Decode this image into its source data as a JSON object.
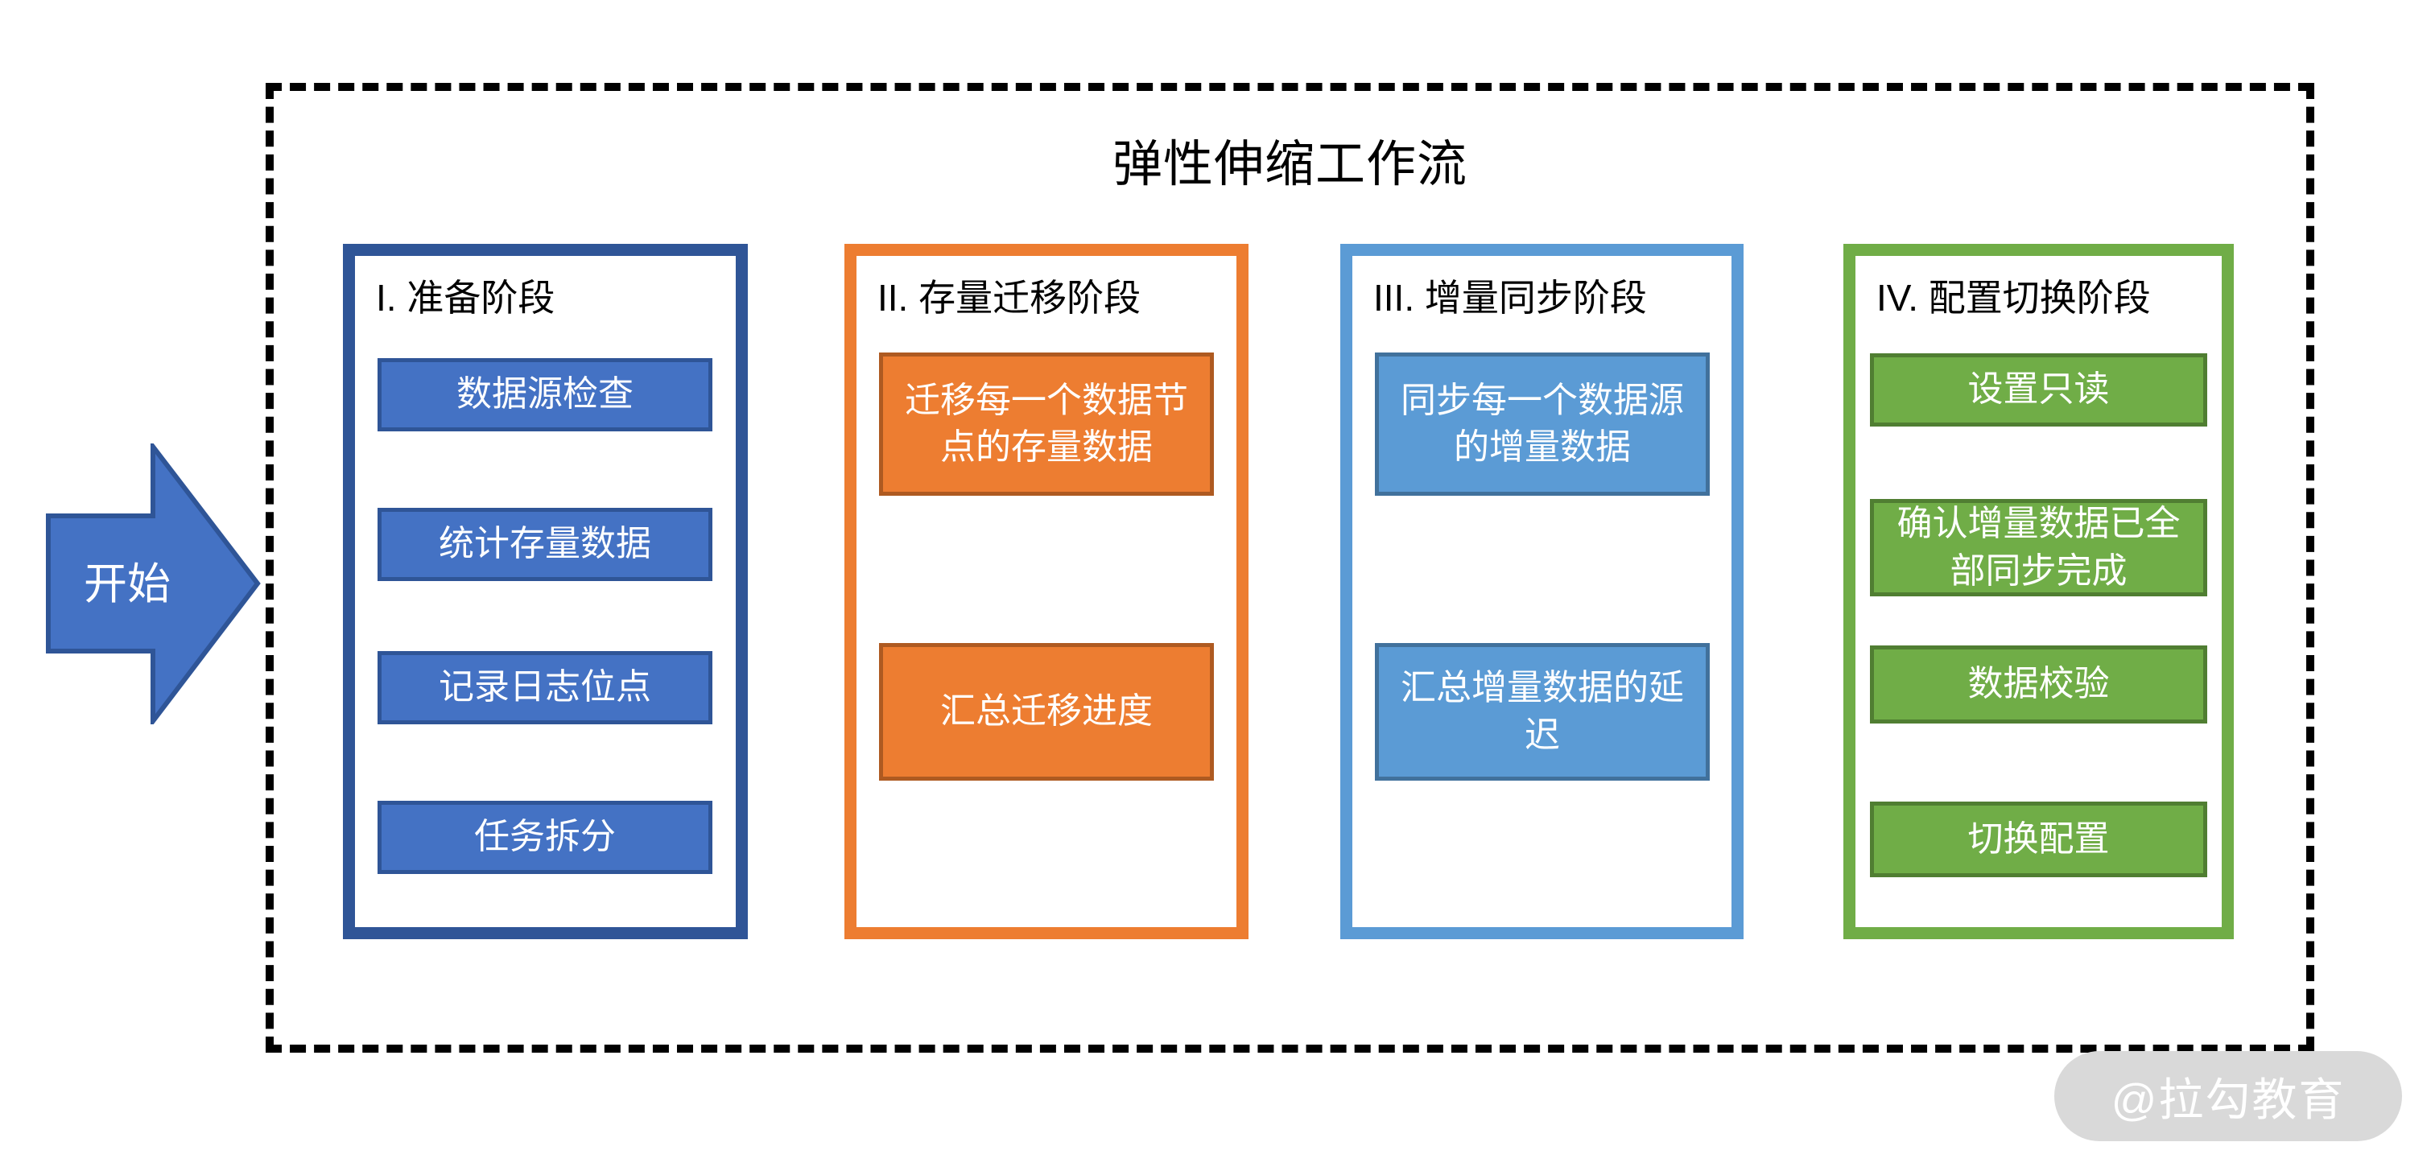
{
  "title": "弹性伸缩工作流",
  "frame": {
    "border_style": "dashed",
    "border_color": "#000000"
  },
  "start_arrow": {
    "label": "开始",
    "fill": "#4472C4",
    "border": "#2F5597"
  },
  "phases": [
    {
      "label": "I. 准备阶段",
      "accent": "#2F5597",
      "step_fill": "#4472C4",
      "step_border": "#2F5597",
      "steps": [
        "数据源检查",
        "统计存量数据",
        "记录日志位点",
        "任务拆分"
      ]
    },
    {
      "label": "II. 存量迁移阶段",
      "accent": "#ED7D31",
      "step_fill": "#ED7D31",
      "step_border": "#AE5A21",
      "steps": [
        "迁移每一个数据节点的存量数据",
        "汇总迁移进度"
      ]
    },
    {
      "label": "III. 增量同步阶段",
      "accent": "#5B9BD5",
      "step_fill": "#5B9BD5",
      "step_border": "#41719C",
      "steps": [
        "同步每一个数据源的增量数据",
        "汇总增量数据的延迟"
      ]
    },
    {
      "label": "IV. 配置切换阶段",
      "accent": "#70AD47",
      "step_fill": "#70AD47",
      "step_border": "#507E32",
      "steps": [
        "设置只读",
        "确认增量数据已全部同步完成",
        "数据校验",
        "切换配置"
      ]
    }
  ],
  "watermark": {
    "label": "@拉勾教育",
    "pill_color": "#D9D9D9",
    "text_color": "#FFFFFF"
  }
}
